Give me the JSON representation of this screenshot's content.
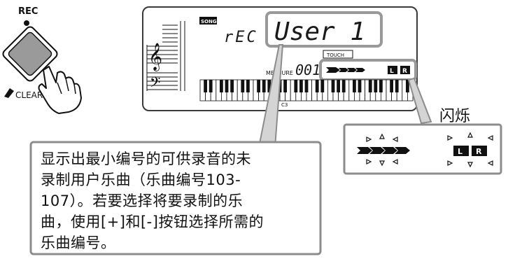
{
  "rec_button": {
    "label": "REC",
    "clear_label": "CLEAR"
  },
  "lcd": {
    "song_badge": "SONG",
    "mode_text": "rEC",
    "song_name": "User 1",
    "touch_badge": "TOUCH",
    "measure_label": "MEASURE",
    "measure_value": "001",
    "track_l": "L",
    "track_r": "R",
    "key_label": "C3"
  },
  "blink_label": "闪烁",
  "callout": {
    "text": "显示出最小编号的可供录音的未\n录制用户乐曲（乐曲编号103-\n107）。若要选择将要录制的乐\n曲，使用[+]和[-]按钮选择所需的\n乐曲编号。"
  },
  "blink_panel": {
    "track_l": "L",
    "track_r": "R"
  },
  "colors": {
    "callout_border": "#8c8c8c",
    "lcd_border": "#3a3a3a",
    "lcd_segment": "#1a1a1a",
    "highlight_box": "#999999"
  }
}
